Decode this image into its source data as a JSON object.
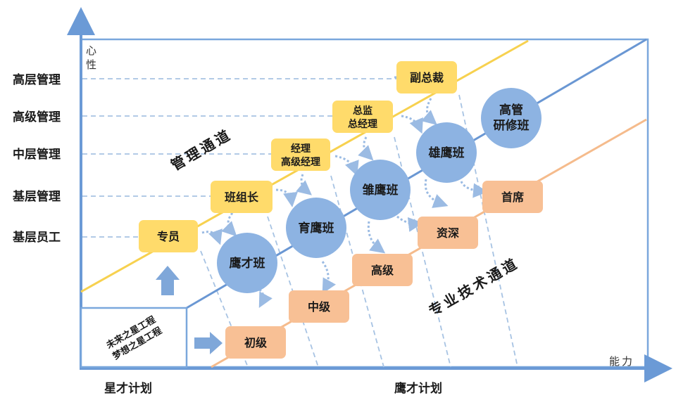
{
  "axes": {
    "y_label_1": "心",
    "y_label_2": "性",
    "x_label": "能力"
  },
  "levels": [
    "高层管理",
    "高级管理",
    "中层管理",
    "基层管理",
    "基层员工"
  ],
  "channels": {
    "management": "管理通道",
    "technical": "专业技术通道"
  },
  "management_boxes": [
    {
      "line1": "专员",
      "line2": ""
    },
    {
      "line1": "班组长",
      "line2": ""
    },
    {
      "line1": "经理",
      "line2": "高级经理"
    },
    {
      "line1": "总监",
      "line2": "总经理"
    },
    {
      "line1": "副总裁",
      "line2": ""
    }
  ],
  "eagle_classes": [
    {
      "line1": "鹰才班",
      "line2": ""
    },
    {
      "line1": "育鹰班",
      "line2": ""
    },
    {
      "line1": "雏鹰班",
      "line2": ""
    },
    {
      "line1": "雄鹰班",
      "line2": ""
    },
    {
      "line1": "高管",
      "line2": "研修班"
    }
  ],
  "technical_boxes": [
    {
      "line1": "初级"
    },
    {
      "line1": "中级"
    },
    {
      "line1": "高级"
    },
    {
      "line1": "资深"
    },
    {
      "line1": "首席"
    }
  ],
  "programs": {
    "line1": "未来之星工程",
    "line2": "梦想之星工程"
  },
  "plans": {
    "left": "星才计划",
    "right": "鹰才计划"
  },
  "colors": {
    "axis": "#6b9ad6",
    "frame": "#7aa7dc",
    "yellow_line": "#f7d14f",
    "blue_line": "#6a97d3",
    "orange_line": "#f5bb8c",
    "yellow_box": "#ffdb6b",
    "blue_circle": "#8db3e2",
    "orange_box": "#f8c095",
    "dashed": "#a7c3e3",
    "arrow": "#7fa7d9"
  }
}
